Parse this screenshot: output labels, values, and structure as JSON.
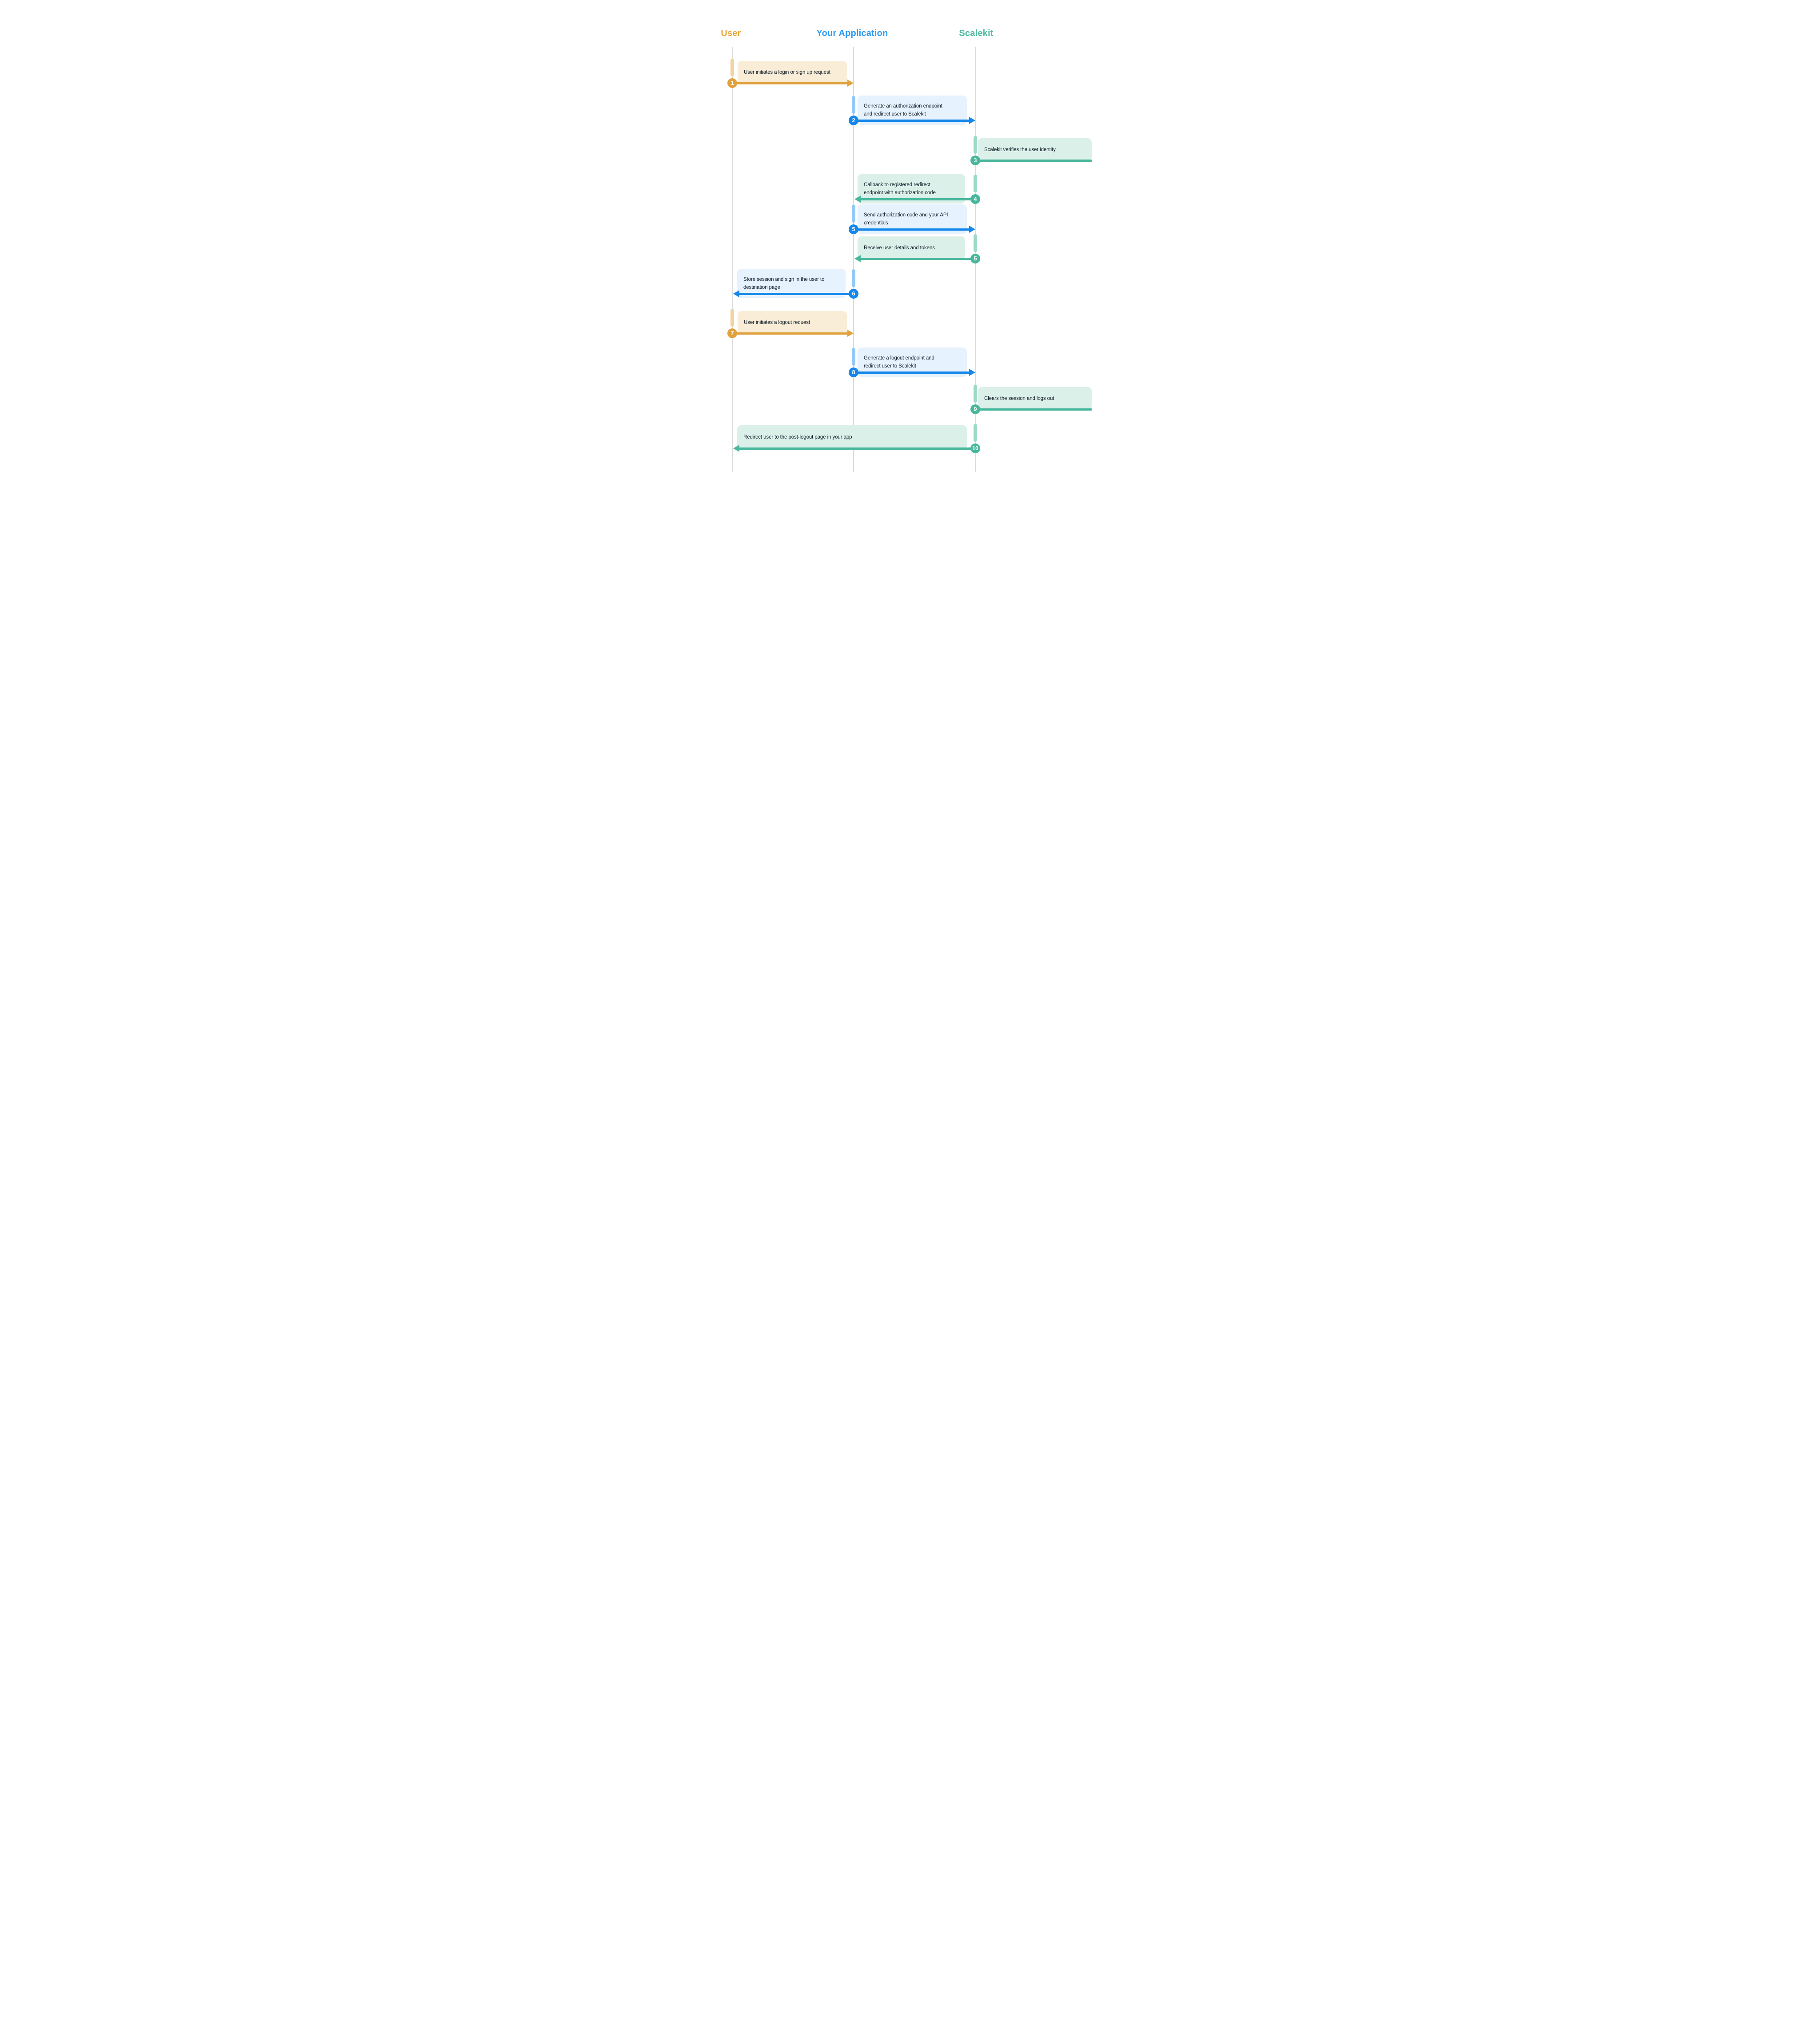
{
  "diagram": {
    "type": "sequence-diagram",
    "actors": [
      {
        "id": "user",
        "label": "User",
        "color": "#E8A63E"
      },
      {
        "id": "app",
        "label": "Your Application",
        "color": "#2D9BF2"
      },
      {
        "id": "scalekit",
        "label": "Scalekit",
        "color": "#4FBCA3"
      }
    ],
    "palette": {
      "user_arrow": "#E0A23E",
      "user_activation": "#F2D49F",
      "user_box_bg": "#F9EDD8",
      "app_arrow": "#1487EB",
      "app_activation": "#90C8F8",
      "app_box_bg": "#E6F2FD",
      "scalekit_arrow": "#48B79C",
      "scalekit_activation": "#9BD9C9",
      "scalekit_box_bg": "#DCF0EA",
      "lifeline": "#DADADA",
      "message_text": "#0F1B26",
      "badge_text": "#FFFFFF"
    },
    "steps": [
      {
        "num": "1",
        "from": "User",
        "to": "Your Application",
        "text": "User initiates a login or sign up request"
      },
      {
        "num": "2",
        "from": "Your Application",
        "to": "Scalekit",
        "text": "Generate an authorization endpoint\nand redirect user to Scalekit"
      },
      {
        "num": "3",
        "from": "Scalekit",
        "to": "Scalekit",
        "text": "Scalekit verifies the user identity"
      },
      {
        "num": "4",
        "from": "Scalekit",
        "to": "Your Application",
        "text": "Callback to registered redirect\nendpoint with authorization code"
      },
      {
        "num": "5",
        "from": "Your Application",
        "to": "Scalekit",
        "text": "Send authorization code and your API\ncredentials"
      },
      {
        "num": "5",
        "from": "Scalekit",
        "to": "Your Application",
        "text": "Receive user details and tokens"
      },
      {
        "num": "6",
        "from": "Your Application",
        "to": "User",
        "text": "Store session and sign in the user to\ndestination page"
      },
      {
        "num": "7",
        "from": "User",
        "to": "Your Application",
        "text": "User initiates a logout request"
      },
      {
        "num": "8",
        "from": "Your Application",
        "to": "Scalekit",
        "text": "Generate a logout endpoint and\nredirect user to Scalekit"
      },
      {
        "num": "9",
        "from": "Scalekit",
        "to": "Scalekit",
        "text": "Clears the session and logs out"
      },
      {
        "num": "10",
        "from": "Scalekit",
        "to": "User",
        "text": "Redirect user to the post-logout page in your app"
      }
    ]
  }
}
